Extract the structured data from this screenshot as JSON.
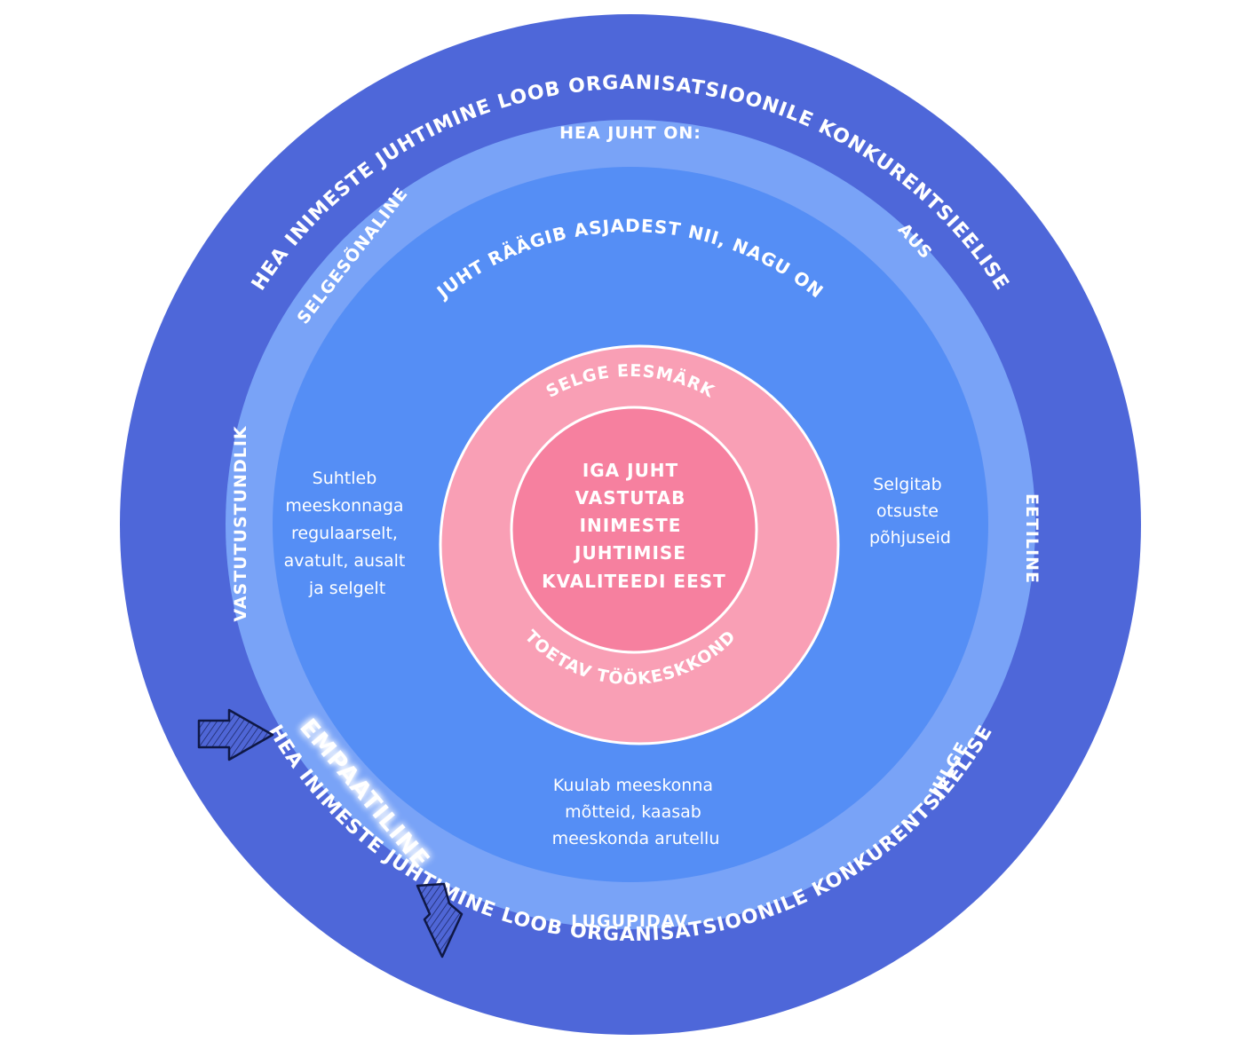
{
  "colors": {
    "outer_ring": "#4e67d9",
    "middle_ring": "#79a3f7",
    "inner_ring": "#558ef5",
    "pink_ring": "#f99fb5",
    "pink_core": "#f6809f",
    "arrow": "#3d52b8"
  },
  "outer_ring": {
    "top_text": "HEA INIMESTE JUHTIMINE LOOB ORGANISATSIOONILE KONKURENTSIEELISE",
    "bottom_text": "HEA INIMESTE JUHTIMINE LOOB ORGANISATSIOONILE KONKURENTSIEELISE"
  },
  "middle_ring": {
    "header": "HEA JUHT ON:",
    "traits": {
      "selgesonaline": "SELGESÕNALINE",
      "aus": "AUS",
      "vastutustundlik": "VASTUTUSTUNDLIK",
      "eetiline": "EETILINE",
      "empaatiline": "EMPAATILINE",
      "julge": "JULGE",
      "lugupidav": "LUGUPIDAV"
    }
  },
  "inner_ring": {
    "arc_text": "JUHT RÄÄGIB ASJADEST NII, NAGU ON",
    "left_text": [
      "Suhtleb",
      "meeskonnaga",
      "regulaarselt,",
      "avatult, ausalt",
      "ja selgelt"
    ],
    "right_text": [
      "Selgitab",
      "otsuste",
      "põhjuseid"
    ],
    "bottom_text": [
      "Kuulab meeskonna",
      "mõtteid, kaasab",
      "meeskonda arutellu"
    ]
  },
  "pink_ring": {
    "top_text": "SELGE EESMÄRK",
    "bottom_text": "TOETAV TÖÖKESKKOND"
  },
  "core": {
    "lines": [
      "IGA JUHT",
      "VASTUTAB",
      "INIMESTE",
      "JUHTIMISE",
      "KVALITEEDI EEST"
    ]
  },
  "icons": [
    "arrow-icon",
    "arrow-icon"
  ]
}
